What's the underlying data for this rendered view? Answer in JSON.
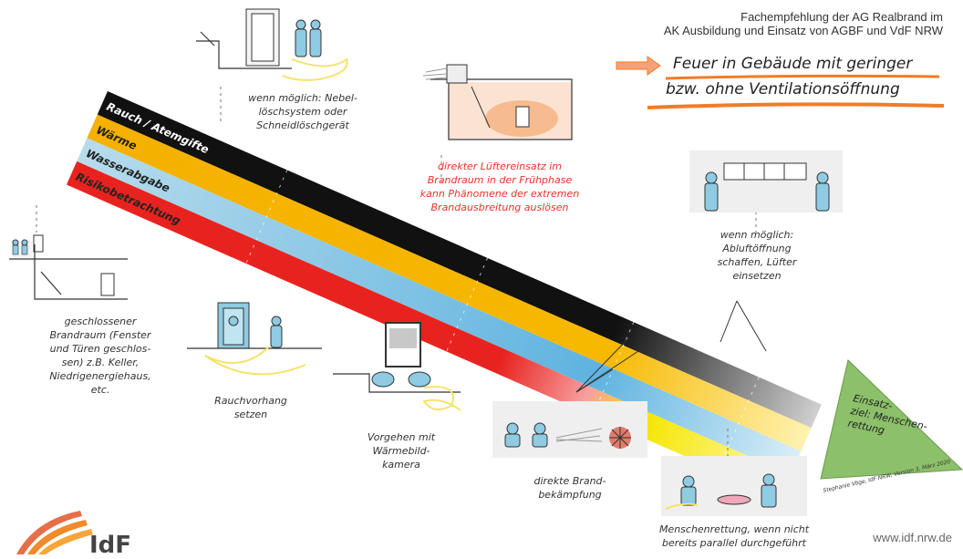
{
  "header": {
    "line1": "Fachempfehlung der AG Realbrand im",
    "line2": "AK Ausbildung und Einsatz von AGBF und VdF NRW"
  },
  "title": {
    "line1": "Feuer in Gebäude mit geringer",
    "line2": "bzw. ohne Ventilationsöffnung"
  },
  "bands": {
    "smoke": "Rauch / Atemgifte",
    "heat": "Wärme",
    "water": "Wasserabgabe",
    "risk": "Risikobetrachtung"
  },
  "goal": {
    "line1": "Einsatz-",
    "line2": "ziel: Menschen-",
    "line3": "rettung"
  },
  "captions": {
    "closed_room": [
      "geschlossener",
      "Brandraum (Fenster",
      "und Türen geschlos-",
      "sen) z.B. Keller,",
      "Niedrigenergiehaus,",
      "etc."
    ],
    "fog_nail": [
      "wenn möglich: Nebel-",
      "löschsystem oder",
      "Schneidlöschgerät"
    ],
    "early_vent": [
      "direkter Lüftereinsatz im",
      "Brandraum in der Frühphase",
      "kann Phänomene der extremen",
      "Brandausbreitung auslösen"
    ],
    "exhaust": [
      "wenn möglich:",
      "Abluftöffnung",
      "schaffen, Lüfter",
      "einsetzen"
    ],
    "smoke_curtain": [
      "Rauchvorhang",
      "setzen"
    ],
    "thermal_camera": [
      "Vorgehen mit",
      "Wärmebild-",
      "kamera"
    ],
    "direct_attack": [
      "direkte Brand-",
      "bekämpfung"
    ],
    "rescue": [
      "Menschenrettung, wenn nicht",
      "bereits parallel durchgeführt"
    ]
  },
  "footer": {
    "credit": "Stephanie Vöge, IdF NRW, Version 3, März 2020",
    "logo_text": "IdF",
    "url": "www.idf.nrw.de"
  },
  "colors": {
    "smoke": "#111111",
    "heat": "#f5b000",
    "water": "#b7dcec",
    "risk": "#e8231f",
    "goal_arrow": "#8cc06a",
    "accent_orange": "#f07c28",
    "caption_red": "#e8332b"
  },
  "icons": [
    "arrow-icon",
    "firefighter-icon",
    "door-icon",
    "window-icon",
    "fan-icon",
    "hose-icon",
    "fire-icon",
    "thermal-camera-icon",
    "curtain-icon",
    "victim-icon",
    "idf-logo-icon"
  ]
}
